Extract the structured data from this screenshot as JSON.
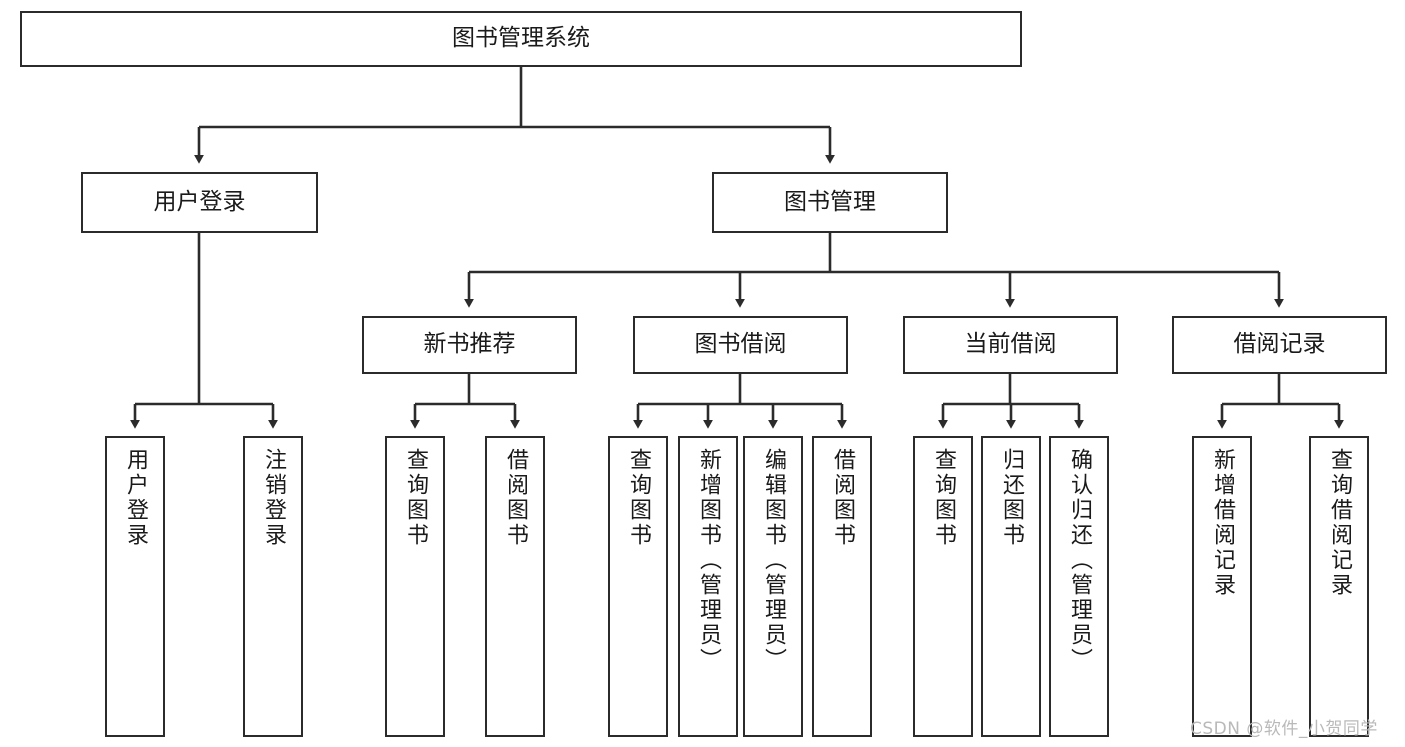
{
  "diagram": {
    "title": "图书管理系统",
    "type": "hierarchy-tree",
    "watermark": "CSDN @软件_小贺同学",
    "colors": {
      "box_border": "#2b2b2b",
      "box_fill": "#ffffff",
      "edge": "#2b2b2b",
      "text": "#1a1a1a",
      "watermark": "#b9b9b9",
      "background": "#ffffff"
    },
    "nodes": {
      "root": {
        "label": "图书管理系统"
      },
      "level2": [
        {
          "label": "用户登录"
        },
        {
          "label": "图书管理"
        }
      ],
      "level3": [
        {
          "label": "新书推荐"
        },
        {
          "label": "图书借阅"
        },
        {
          "label": "当前借阅"
        },
        {
          "label": "借阅记录"
        }
      ],
      "leaves": {
        "user_login": [
          {
            "label": "用户登录"
          },
          {
            "label": "注销登录"
          }
        ],
        "new_book": [
          {
            "label": "查询图书"
          },
          {
            "label": "借阅图书"
          }
        ],
        "book_borrow": [
          {
            "label": "查询图书"
          },
          {
            "label": "新增图书（管理员）"
          },
          {
            "label": "编辑图书（管理员）"
          },
          {
            "label": "借阅图书"
          }
        ],
        "current_borrow": [
          {
            "label": "查询图书"
          },
          {
            "label": "归还图书"
          },
          {
            "label": "确认归还（管理员）"
          }
        ],
        "borrow_record": [
          {
            "label": "新增借阅记录"
          },
          {
            "label": "查询借阅记录"
          }
        ]
      }
    }
  }
}
